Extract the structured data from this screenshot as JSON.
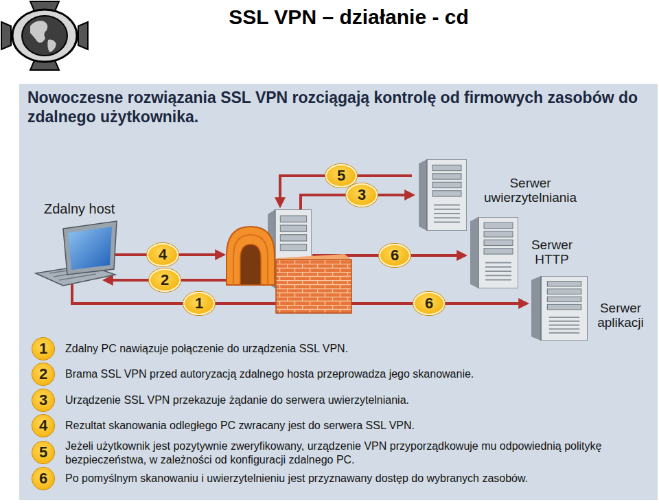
{
  "diagram": {
    "title": "SSL VPN – działanie - cd",
    "nodes": [
      {
        "text": [
          "Zdalny host"
        ]
      },
      {
        "text": [
          "Serwer uwierzytelniania"
        ]
      },
      {
        "text": [
          "Serwer HTTP"
        ]
      },
      {
        "text": [
          "Serwer aplikacji"
        ]
      }
    ],
    "labels": [
      "Nowoczesne rozwiązania SSL VPN rozciągają kontrolę od firmowych zasobów do zdalnego użytkownika.",
      "5",
      "3",
      "4",
      "6",
      "2",
      "1",
      "6",
      "1",
      "Zdalny PC nawiązuje połączenie do urządzenia SSL VPN.",
      "2",
      "Brama SSL VPN przed autoryzacją zdalnego hosta przeprowadza jego skanowanie.",
      "3",
      "Urządzenie SSL VPN przekazuje żądanie do serwera uwierzytelniania.",
      "4",
      "Rezultat skanowania odległego PC zwracany jest do serwera SSL VPN.",
      "5",
      "Jeżeli użytkownik jest pozytywnie zweryfikowany, urządzenie VPN przyporządkowuje mu odpowiednią politykę bezpieczeństwa, w zależności od konfiguracji zdalnego PC.",
      "6",
      "Po pomyślnym skanowaniu i uwierzytelnieniu jest przyznawany dostęp do wybranych zasobów."
    ]
  }
}
